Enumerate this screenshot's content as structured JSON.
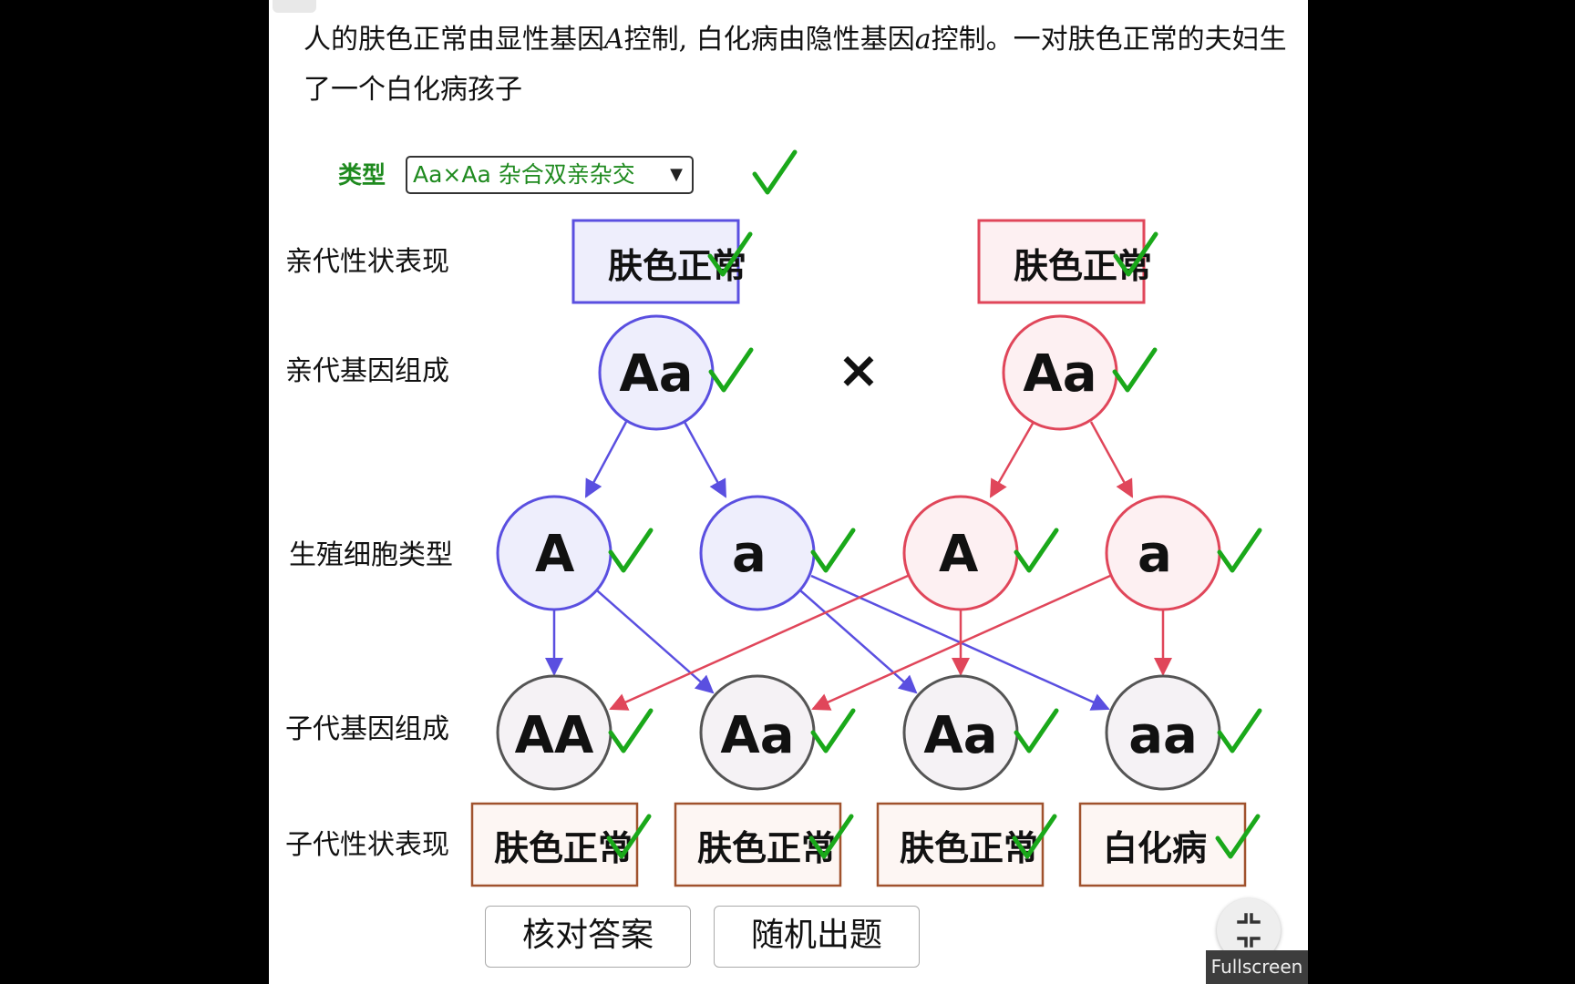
{
  "problem": {
    "text_part1": "人的肤色正常由显性基因",
    "gene_dominant": "A",
    "text_part2": "控制, 白化病由隐性基因",
    "gene_recessive": "a",
    "text_part3": "控制。一对肤色正常的夫妇生了一个白化病孩子"
  },
  "type_selector": {
    "label": "类型",
    "selected": "Aa×Aa 杂合双亲杂交"
  },
  "row_labels": {
    "parent_phenotype": "亲代性状表现",
    "parent_genotype": "亲代基因组成",
    "gametes": "生殖细胞类型",
    "offspring_genotype": "子代基因组成",
    "offspring_phenotype": "子代性状表现"
  },
  "parents": {
    "father": {
      "phenotype": "肤色正常",
      "genotype": "Aa"
    },
    "mother": {
      "phenotype": "肤色正常",
      "genotype": "Aa"
    },
    "cross_symbol": "×"
  },
  "gametes": [
    "A",
    "a",
    "A",
    "a"
  ],
  "offspring": [
    {
      "genotype": "AA",
      "phenotype": "肤色正常"
    },
    {
      "genotype": "Aa",
      "phenotype": "肤色正常"
    },
    {
      "genotype": "Aa",
      "phenotype": "肤色正常"
    },
    {
      "genotype": "aa",
      "phenotype": "白化病"
    }
  ],
  "check_mark": "✓",
  "buttons": {
    "check_answer": "核对答案",
    "random_question": "随机出题",
    "fullscreen": "Fullscreen"
  },
  "colors": {
    "father": "#5a4fe0",
    "mother": "#e0465a",
    "offspring_stroke": "#555555",
    "phenotype_box": "#a0522d",
    "check": "#1aa81a"
  }
}
